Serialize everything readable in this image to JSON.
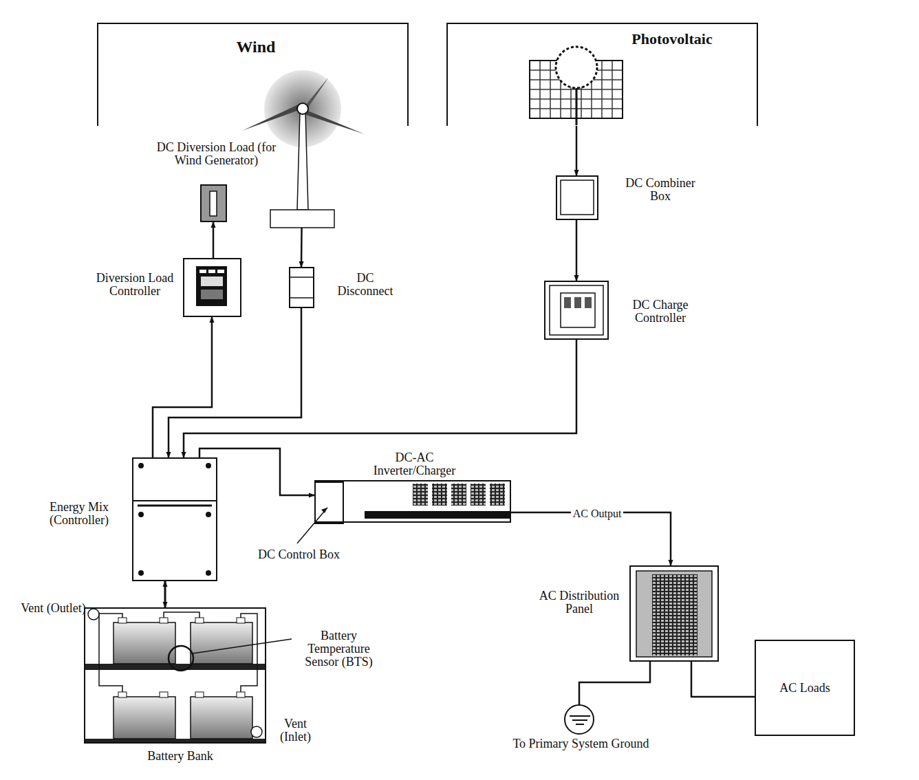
{
  "diagram": {
    "nodes": [
      {
        "text": [
          "Wind"
        ]
      },
      {
        "text": [
          "Photovoltaic"
        ]
      },
      {
        "text": [
          "DC Diversion Load (for Wind Generator)"
        ]
      },
      {
        "text": [
          "Diversion Load Controller"
        ]
      },
      {
        "text": [
          "DC Disconnect"
        ]
      },
      {
        "text": [
          "DC Combiner Box"
        ]
      },
      {
        "text": [
          "DC Charge Controller"
        ]
      },
      {
        "text": [
          "Energy Mix (Controller)"
        ]
      },
      {
        "text": [
          "DC-AC Inverter/Charger"
        ]
      },
      {
        "text": [
          "DC Control Box"
        ],
        "in": 8
      },
      {
        "text": [
          "AC Distribution Panel"
        ]
      },
      {
        "text": [
          "AC Loads"
        ]
      },
      {
        "text": [
          "Battery Bank"
        ]
      },
      {
        "text": [
          "To Primary System Ground"
        ]
      }
    ],
    "edges": [
      {
        "from": 0,
        "to": 4,
        "arrow": "to"
      },
      {
        "from": 4,
        "to": 7,
        "arrow": "to"
      },
      {
        "from": 7,
        "to": 3,
        "arrow": "to"
      },
      {
        "from": 3,
        "to": 2,
        "arrow": "to"
      },
      {
        "from": 1,
        "to": 5,
        "arrow": "to"
      },
      {
        "from": 5,
        "to": 6,
        "arrow": "to"
      },
      {
        "from": 6,
        "to": 7,
        "arrow": "to"
      },
      {
        "from": 7,
        "to": 9,
        "arrow": "to"
      },
      {
        "from": 8,
        "to": 10,
        "label": "AC Output",
        "arrow": "to"
      },
      {
        "from": 10,
        "to": 13,
        "arrow": "none"
      },
      {
        "from": 10,
        "to": 11,
        "arrow": "none"
      },
      {
        "from": 7,
        "to": 12,
        "arrow": "both"
      }
    ],
    "labels": [
      "Battery Temperature Sensor (BTS)",
      "Vent (Outlet)",
      "Vent (Inlet)"
    ]
  }
}
